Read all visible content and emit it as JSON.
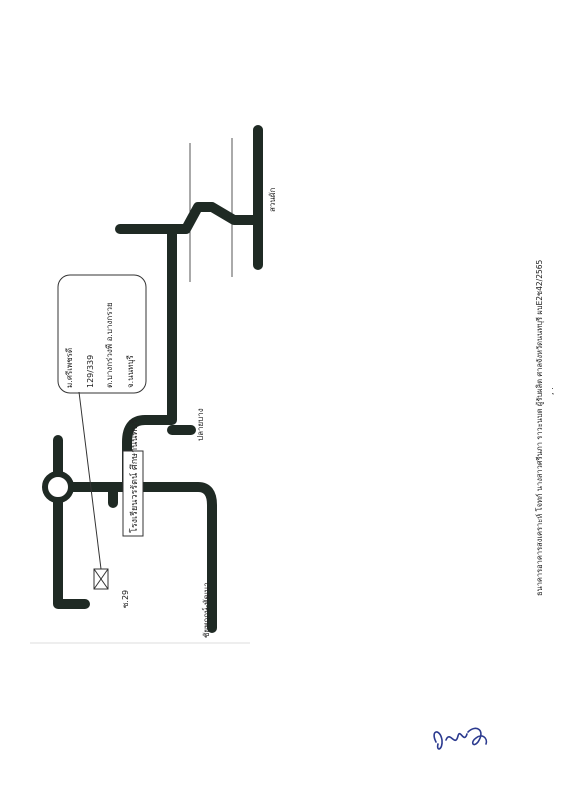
{
  "labels": {
    "suan_phak": "สวนผัก",
    "plai_bang": "ปลายบาง",
    "chaiyaphruek": "ชัยพฤกษ์-พัฒนา",
    "soi_29": "ซ.29",
    "school": "โรงเรียนวรรัตน์ ศึกษานนทบุรี"
  },
  "address": {
    "line1": "ม.ศรีเพชรดี",
    "line2": "129/339",
    "line3": "ต.บางกร่วงพี   อ.บางกรวย",
    "line4": "จ.นนทบุรี"
  },
  "footer_note": "ธนาคารอาคารสงเคราะห์  โจทก์ นางสาวศรีนภา  ราวะนบต  ผู้รับผลิต ศาลจังหวัดนนทบุรี  ผบE2ช42/2565",
  "footer_marks": ", .",
  "colors": {
    "road": "#1f2a24",
    "line": "#555555",
    "signature": "#2b3a8f"
  }
}
